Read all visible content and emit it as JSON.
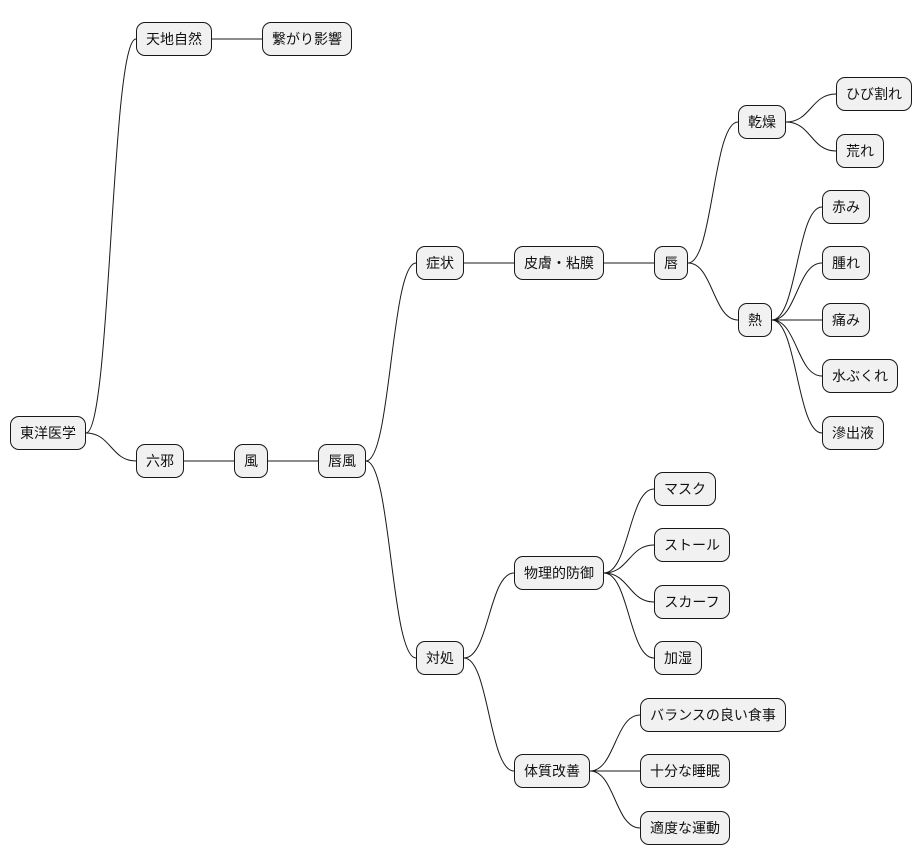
{
  "mindmap": {
    "root": "東洋医学",
    "tenchi": "天地自然",
    "tsunagari": "繋がり影響",
    "rokuja": "六邪",
    "kaze": "風",
    "shinpu": "唇風",
    "shojo": "症状",
    "hifu": "皮膚・粘膜",
    "kuchibiru": "唇",
    "kanso": "乾燥",
    "hibiware": "ひび割れ",
    "are": "荒れ",
    "netsu": "熱",
    "akami": "赤み",
    "hare": "腫れ",
    "itami": "痛み",
    "mizubukure": "水ぶくれ",
    "shinshutsueki": "滲出液",
    "taisho": "対処",
    "butsuri": "物理的防御",
    "mask": "マスク",
    "stole": "ストール",
    "scarf": "スカーフ",
    "kashitsu": "加湿",
    "taishitsu": "体質改善",
    "balance": "バランスの良い食事",
    "suimin": "十分な睡眠",
    "undo": "適度な運動"
  }
}
